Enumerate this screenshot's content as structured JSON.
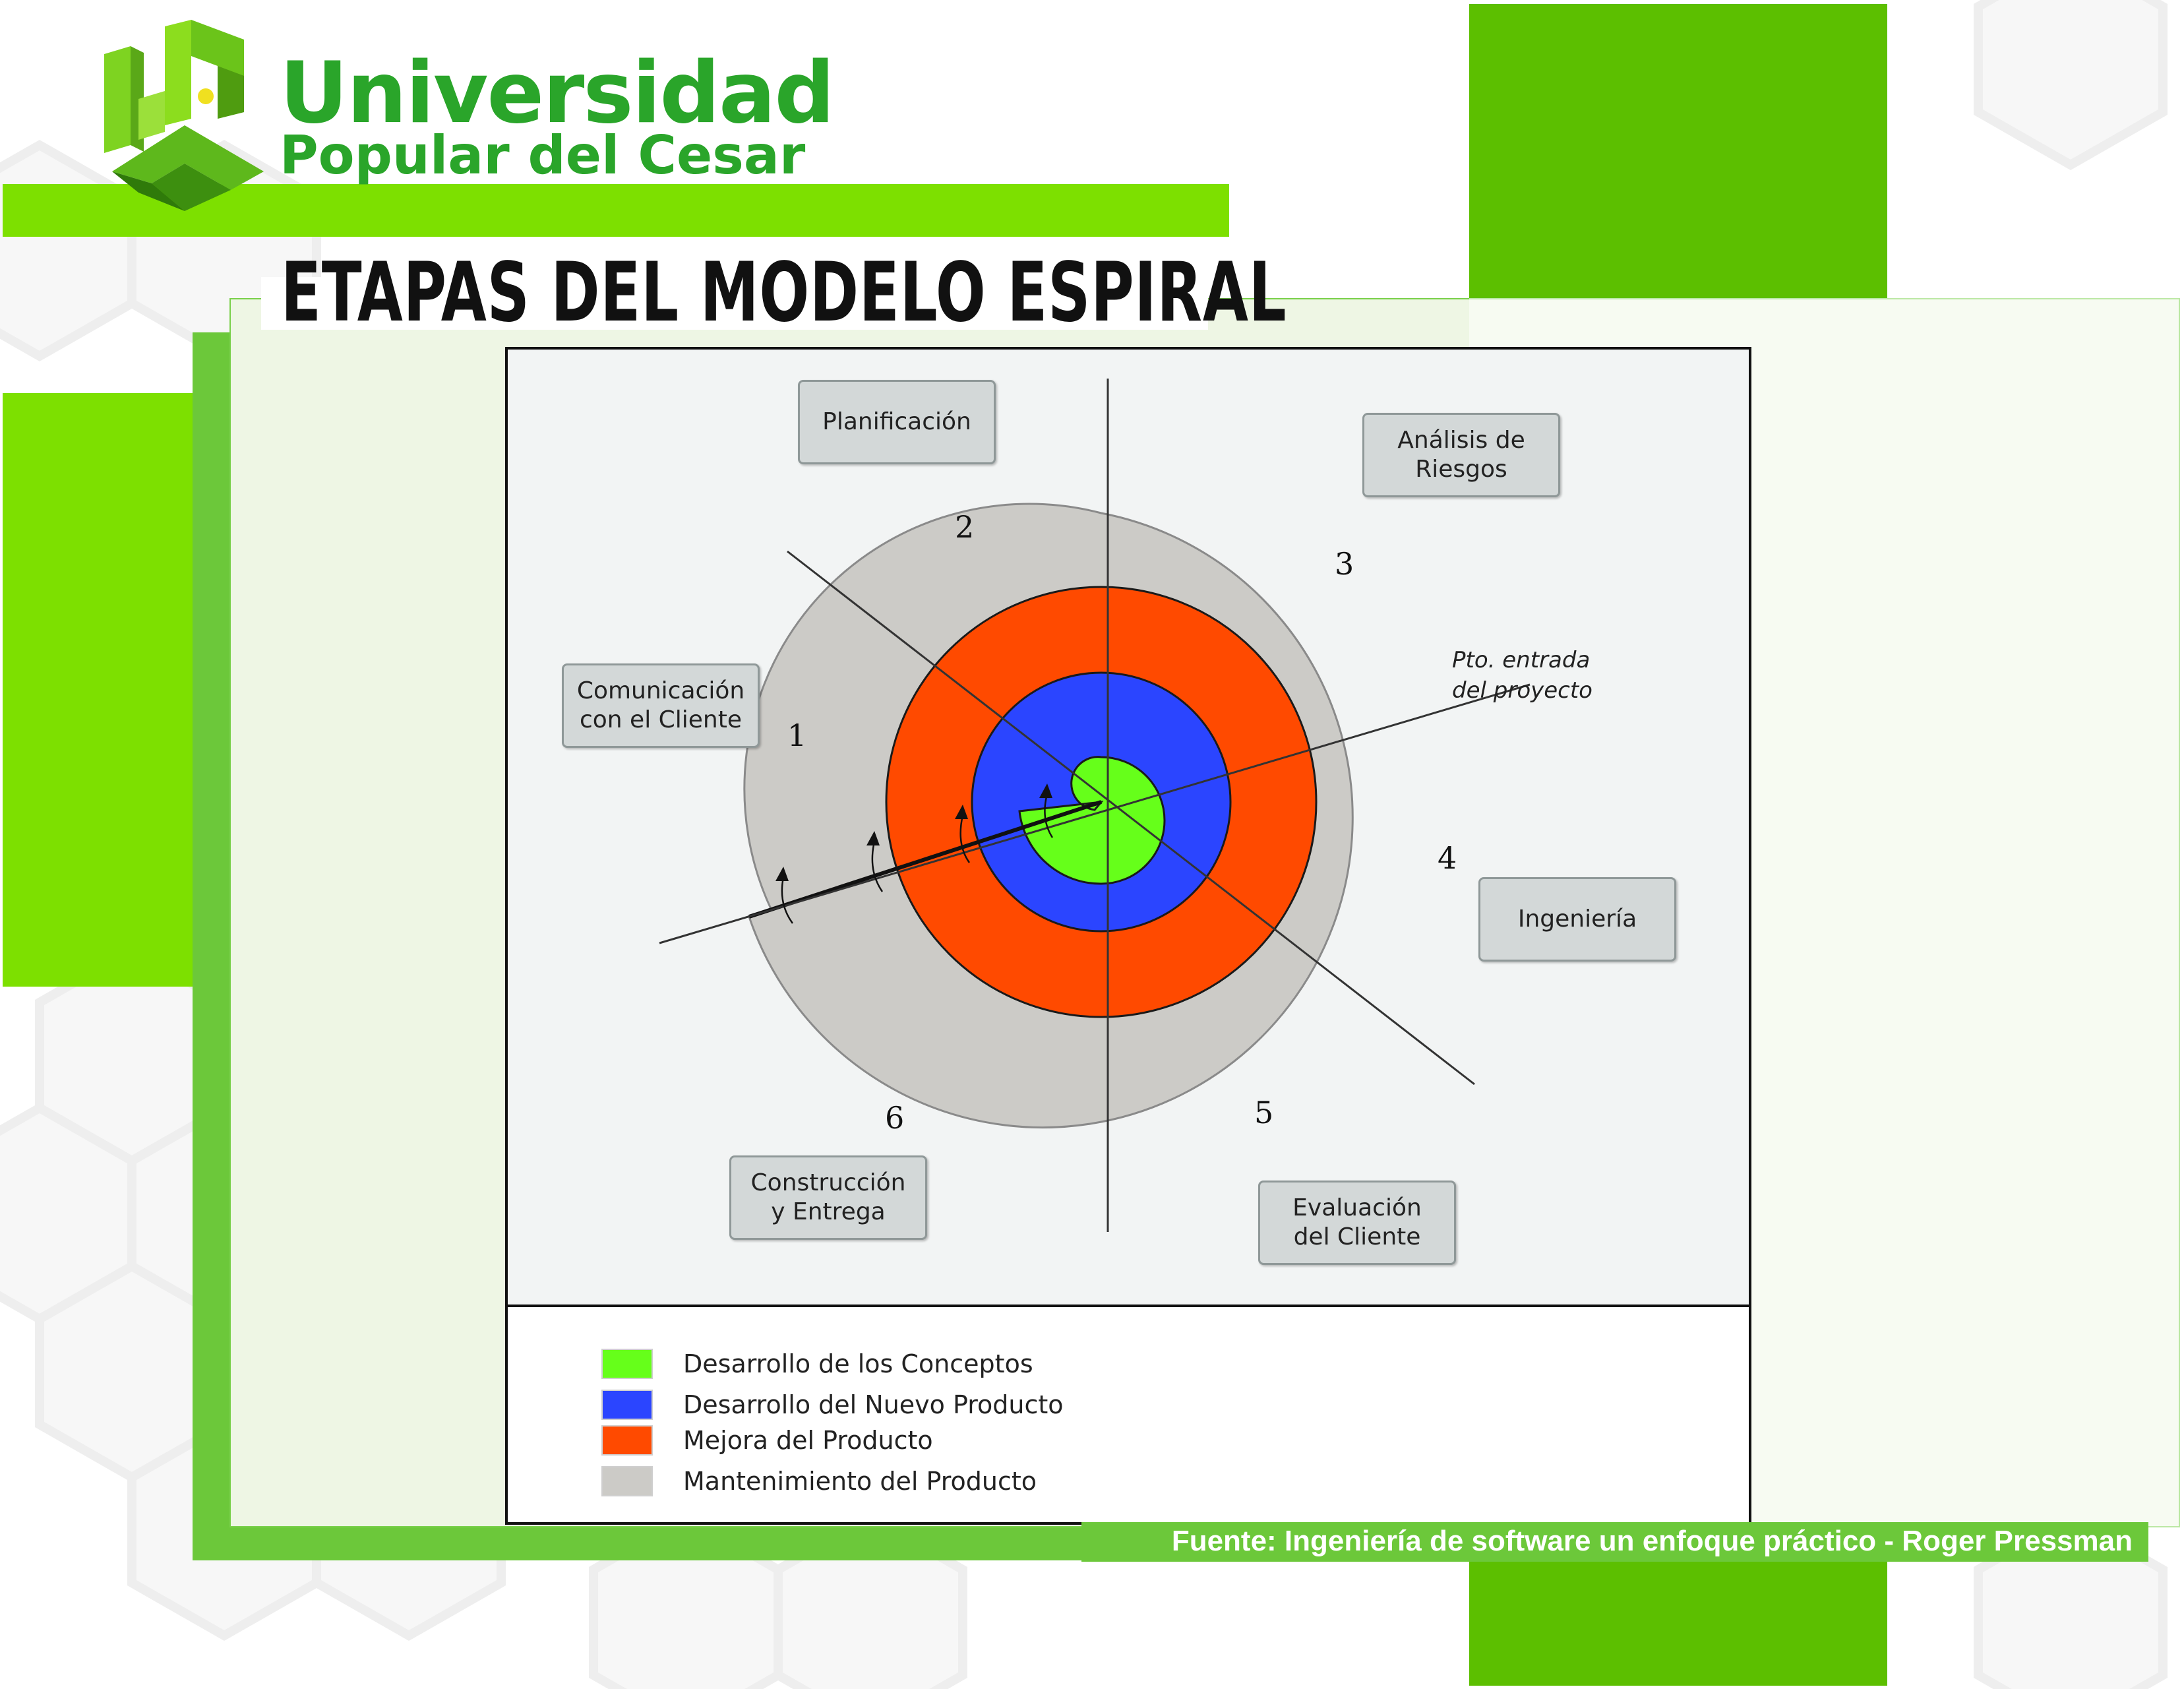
{
  "header": {
    "university_name": "Universidad",
    "university_subtitle": "Popular del Cesar",
    "slide_title": "ETAPAS DEL MODELO ESPIRAL"
  },
  "diagram": {
    "quadrant_boxes": {
      "planificacion": "Planificación",
      "analisis": "Análisis de\nRiesgos",
      "comunicacion": "Comunicación\ncon el Cliente",
      "ingenieria": "Ingeniería",
      "construccion": "Construcción\ny Entrega",
      "evaluacion": "Evaluación\ndel Cliente"
    },
    "sector_numbers": [
      "1",
      "2",
      "3",
      "4",
      "5",
      "6"
    ],
    "entry_point_label": "Pto. entrada\ndel proyecto",
    "ring_colors": {
      "concepts": "#66ff1a",
      "new_product": "#2b45ff",
      "improvement": "#ff4a00",
      "maintenance": "#cccbc7"
    }
  },
  "legend": [
    {
      "label": "Desarrollo de los Conceptos",
      "color": "#66ff1a"
    },
    {
      "label": "Desarrollo del Nuevo Producto",
      "color": "#2b45ff"
    },
    {
      "label": "Mejora del Producto",
      "color": "#ff4a00"
    },
    {
      "label": "Mantenimiento del Producto",
      "color": "#cccbc7"
    }
  ],
  "footer": {
    "source": "Fuente: Ingeniería de software un enfoque práctico - Roger Pressman"
  },
  "theme": {
    "brand_green": "#5cbf00",
    "lime": "#7de000",
    "text_green": "#2aa52a"
  }
}
